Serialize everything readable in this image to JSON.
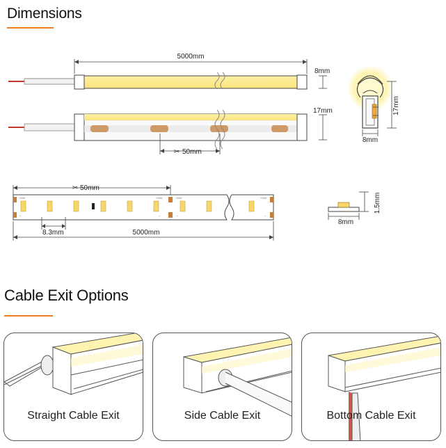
{
  "sections": {
    "dimensions_title": "Dimensions",
    "cable_exit_title": "Cable Exit Options"
  },
  "dimensions": {
    "top_strip_length": "5000mm",
    "top_strip_height": "8mm",
    "side_strip_height": "17mm",
    "side_led_pitch": "50mm",
    "cross_section_height": "17mm",
    "cross_section_width": "8mm",
    "pcb_segment": "50mm",
    "pcb_led_spacing": "8.3mm",
    "pcb_total_length": "5000mm",
    "pcb_mark_plus": "+24V",
    "pcb_mark_minus": "-",
    "pcb_profile_height": "1.5mm",
    "pcb_profile_width": "8mm"
  },
  "cable_exits": [
    {
      "label": "Straight Cable Exit"
    },
    {
      "label": "Side Cable Exit"
    },
    {
      "label": "Bottom Cable Exit"
    }
  ],
  "colors": {
    "accent": "#ee7d22",
    "led_glow": "#fff3a8",
    "led_yellow": "#fde98a",
    "led_chip": "#f0a93a",
    "copper": "#c47f3b",
    "cable_red": "#c0392b",
    "line": "#555555"
  }
}
